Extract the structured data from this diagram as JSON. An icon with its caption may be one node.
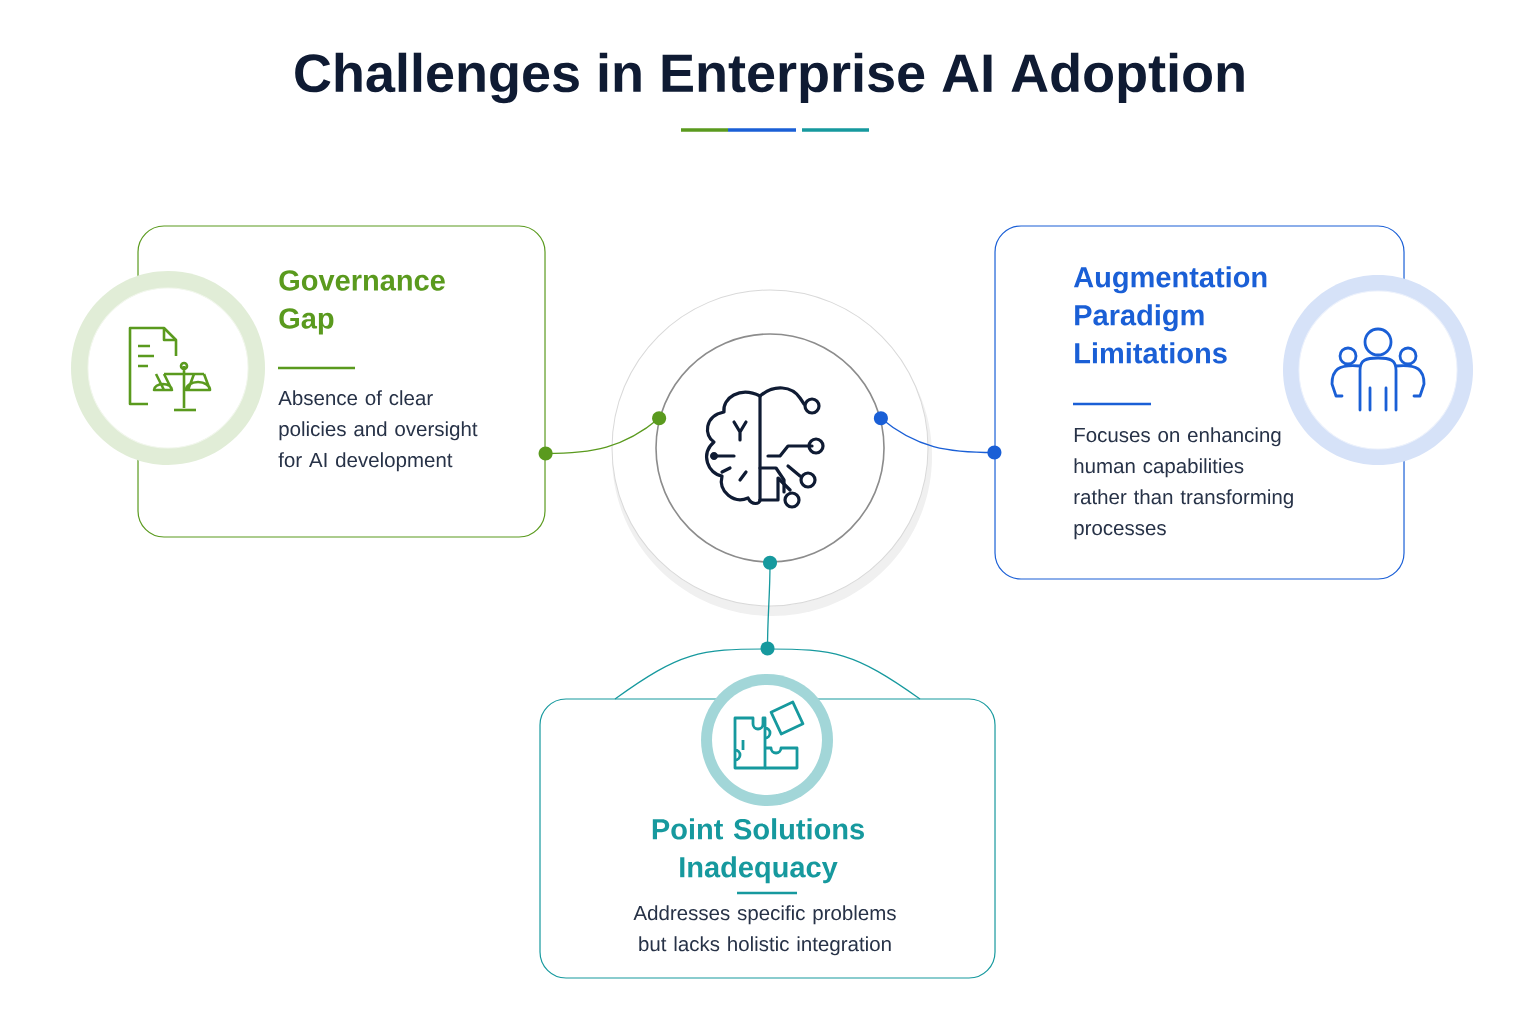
{
  "diagram": {
    "title": "Challenges in Enterprise AI Adoption",
    "nodes": [
      {
        "text": [],
        "shape": "circle"
      },
      {
        "text": [
          "Governance Gap",
          "Absence of clear policies and oversight for AI development"
        ]
      },
      {
        "text": [
          "Augmentation Paradigm Limitations",
          "Focuses on enhancing human capabilities rather than transforming processes"
        ]
      },
      {
        "text": [
          "Point Solutions Inadequacy",
          "Addresses specific problems but lacks holistic integration"
        ]
      }
    ],
    "edges": [
      {
        "from": 0,
        "to": 1,
        "arrow": "other",
        "color": "#5a9a1e"
      },
      {
        "from": 0,
        "to": 2,
        "arrow": "other",
        "color": "#1a5fd6"
      },
      {
        "from": 0,
        "to": 3,
        "arrow": "other",
        "color": "#16999e"
      }
    ]
  }
}
